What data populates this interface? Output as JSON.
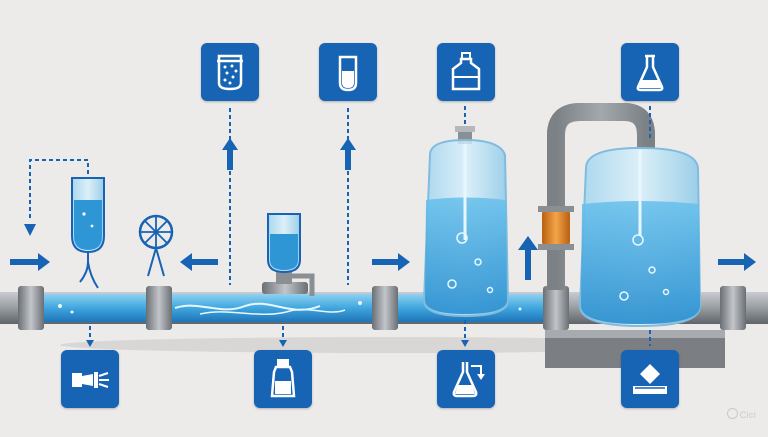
{
  "colors": {
    "background": "#ecebea",
    "icon_tile": "#1763b4",
    "pipe_metal": "#9ea3a8",
    "pipe_water": "#3fa6de",
    "tank_glass": "#a9dcf3",
    "valve_orange": "#e58a2b",
    "flow_arrow": "#1763b4"
  },
  "icons": {
    "top": [
      "filter-media-column-icon",
      "sample-tube-icon",
      "chemical-bottle-icon",
      "flask-icon"
    ],
    "bottom": [
      "dispense-nozzle-icon",
      "sample-bottle-icon",
      "flask-outlet-icon",
      "sediment-discharge-icon"
    ]
  },
  "flow": {
    "main_direction": "left-to-right",
    "arrows": [
      "inlet-arrow",
      "return-arrow",
      "tank-feed-arrow",
      "riser-arrow",
      "outlet-arrow"
    ]
  },
  "watermark": {
    "text": "Cici"
  }
}
